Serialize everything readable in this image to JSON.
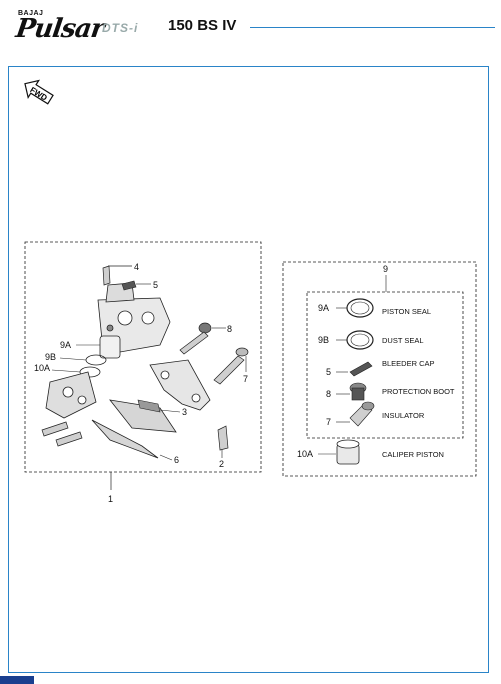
{
  "header": {
    "brand_top": "BAJAJ",
    "brand_main": "Pulsar",
    "brand_sub": "DTS-i",
    "model": "150 BS IV",
    "rule_color": "#2a84c8"
  },
  "fwd_label": "FWD",
  "assembly_callouts": {
    "main_assembly": "1",
    "bolt": "2",
    "pad_spring": "3",
    "bleeder_cap_left": "4",
    "bleeder_cap": "5",
    "pads": "6",
    "insulator": "7",
    "protection_boot": "8",
    "piston_seal": "9A",
    "dust_seal": "9B",
    "caliper_piston": "10A"
  },
  "kit": {
    "number": "9",
    "items": [
      {
        "code": "9A",
        "name": "PISTON SEAL"
      },
      {
        "code": "9B",
        "name": "DUST SEAL"
      },
      {
        "code": "5",
        "name": "BLEEDER CAP"
      },
      {
        "code": "8",
        "name": "PROTECTION BOOT"
      },
      {
        "code": "7",
        "name": "INSULATOR"
      }
    ],
    "piston": {
      "code": "10A",
      "name": "CALIPER PISTON"
    }
  },
  "colors": {
    "accent": "#2a84c8",
    "corner": "#1a3f8f"
  }
}
